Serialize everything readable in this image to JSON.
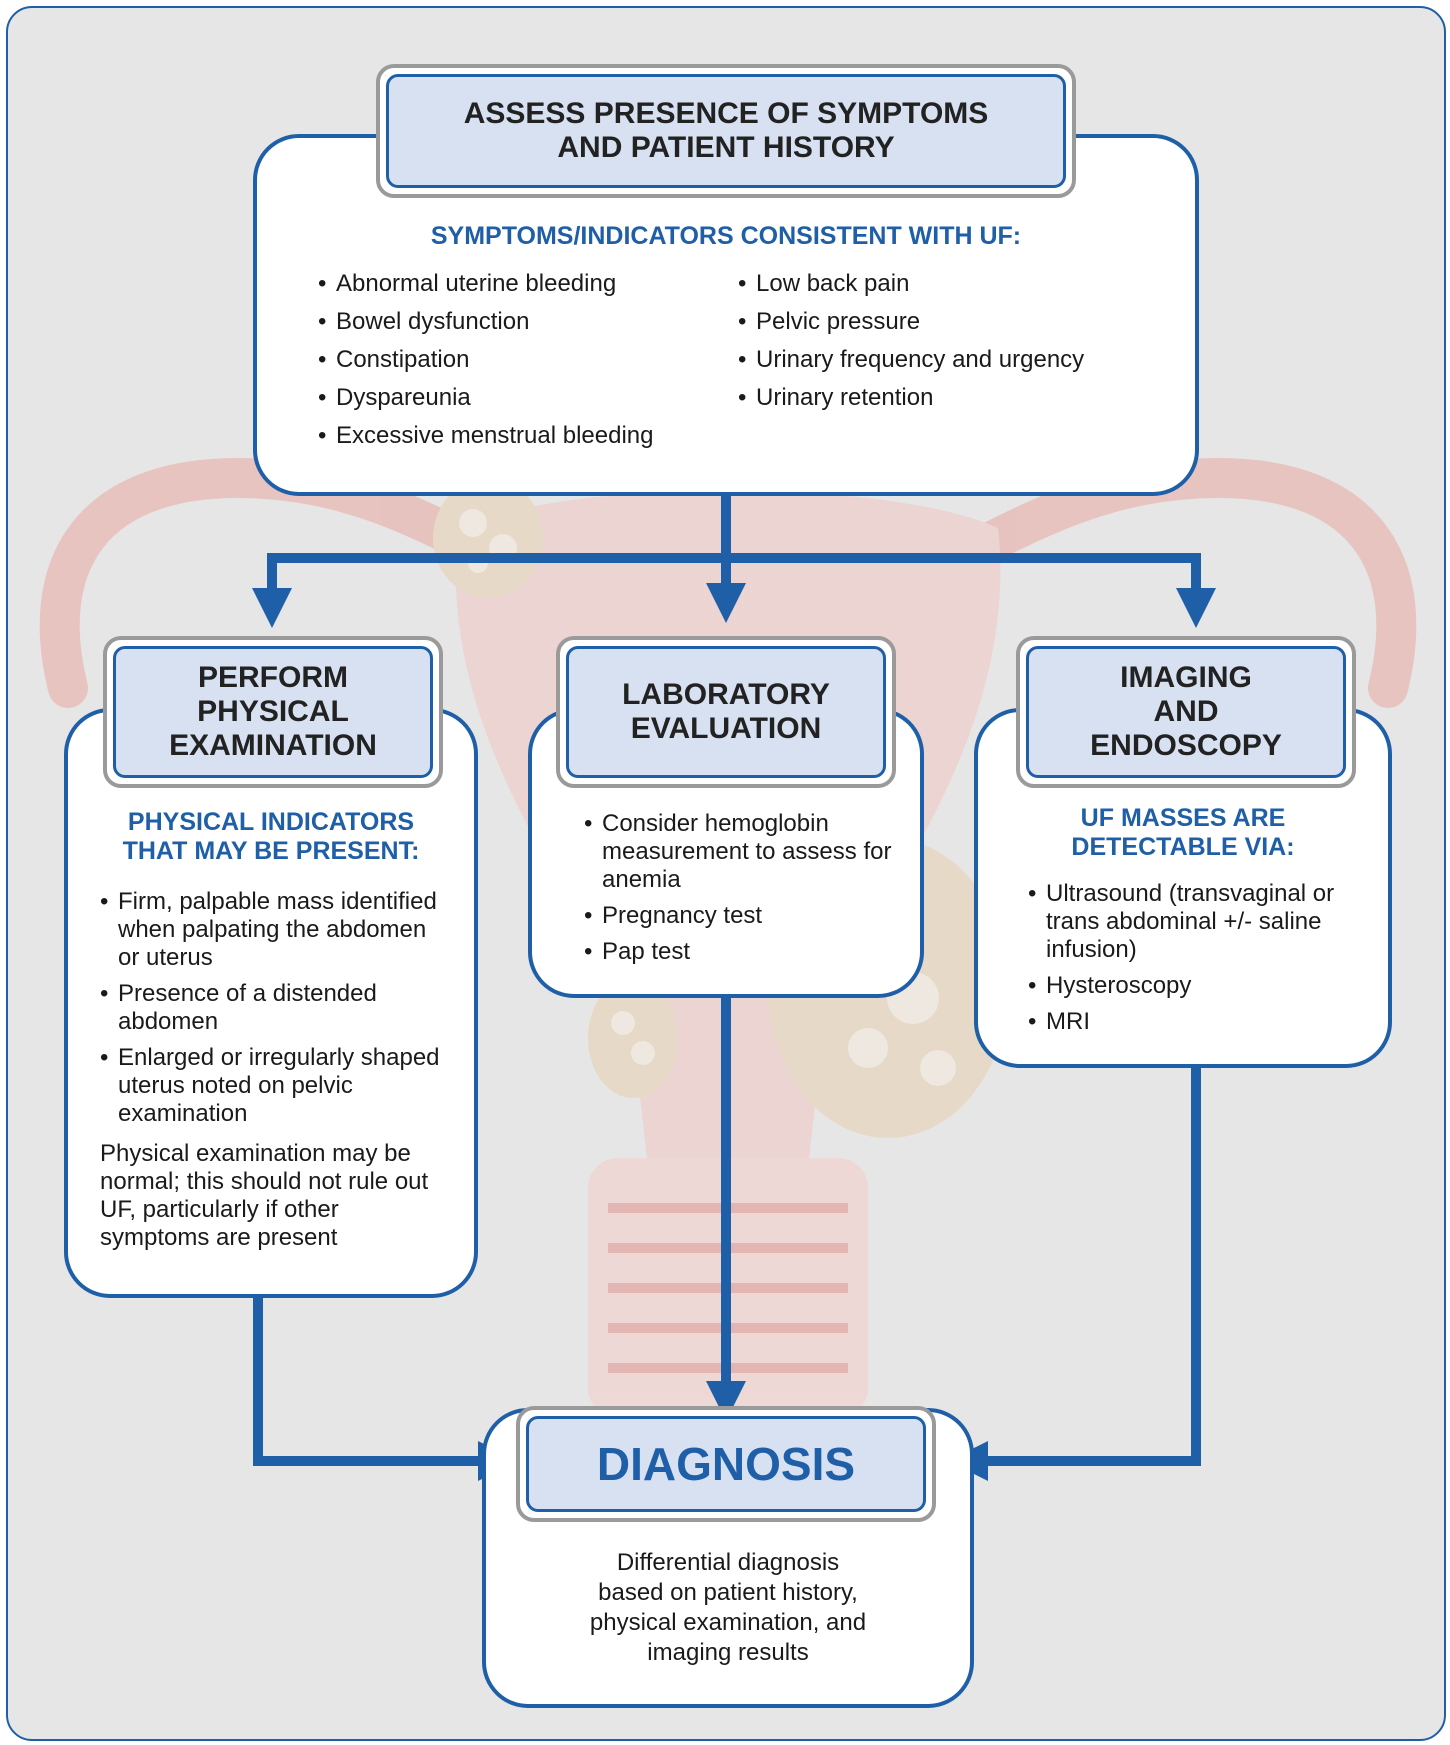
{
  "colors": {
    "accent": "#1f5fa8",
    "header_fill": "#d8e1f1",
    "frame_bg": "#e6e6e6",
    "illustration": "#f0b9b5"
  },
  "assess": {
    "title": "ASSESS PRESENCE OF SYMPTOMS\nAND PATIENT HISTORY",
    "subtitle": "SYMPTOMS/INDICATORS CONSISTENT WITH UF:",
    "left_items": [
      "Abnormal uterine bleeding",
      "Bowel dysfunction",
      "Constipation",
      "Dyspareunia",
      "Excessive menstrual bleeding"
    ],
    "right_items": [
      "Low back pain",
      "Pelvic pressure",
      "Urinary frequency and urgency",
      "Urinary retention"
    ]
  },
  "physical": {
    "title": "PERFORM\nPHYSICAL\nEXAMINATION",
    "subtitle": "PHYSICAL INDICATORS\nTHAT MAY BE PRESENT:",
    "items": [
      "Firm, palpable mass identified when palpating the abdomen or uterus",
      "Presence of a distended abdomen",
      "Enlarged or irregularly shaped uterus noted on pelvic examination"
    ],
    "note": "Physical examination may be normal; this should not rule out UF, particularly if other symptoms are present"
  },
  "lab": {
    "title": "LABORATORY\nEVALUATION",
    "items": [
      "Consider hemoglobin measurement to assess for anemia",
      "Pregnancy test",
      "Pap test"
    ]
  },
  "imaging": {
    "title": "IMAGING\nAND\nENDOSCOPY",
    "subtitle": "UF MASSES ARE\nDETECTABLE VIA:",
    "items": [
      "Ultrasound (transvaginal or trans abdominal +/- saline infusion)",
      "Hysteroscopy",
      "MRI"
    ]
  },
  "diagnosis": {
    "title": "DIAGNOSIS",
    "text": "Differential diagnosis\nbased on patient history,\nphysical examination, and\nimaging results"
  }
}
